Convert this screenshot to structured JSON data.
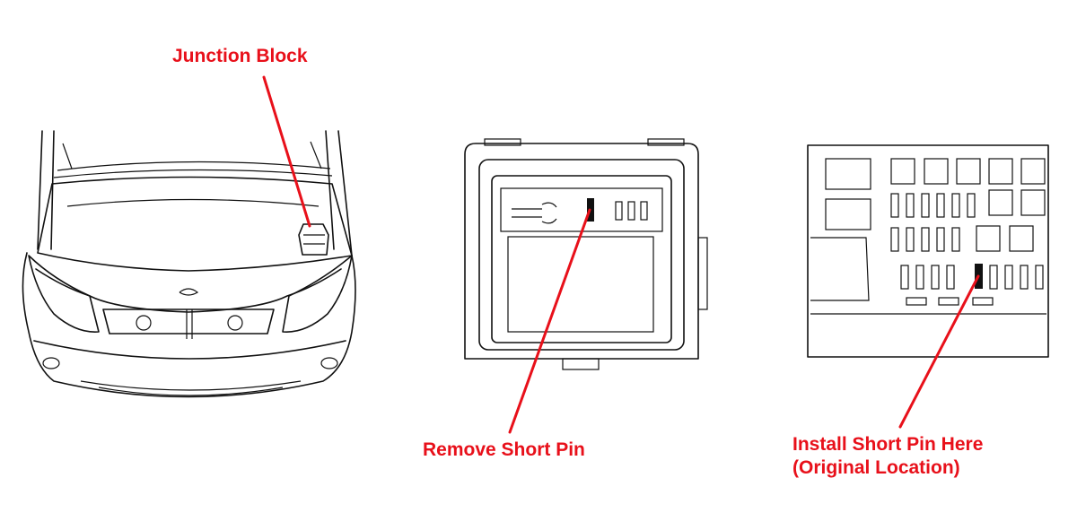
{
  "labels": {
    "junction_block": "Junction Block",
    "remove_short_pin": "Remove Short Pin",
    "install_line1": "Install Short Pin Here",
    "install_line2": "(Original Location)"
  },
  "colors": {
    "callout": "#e8101a",
    "line_art": "#111111",
    "background": "#ffffff"
  }
}
